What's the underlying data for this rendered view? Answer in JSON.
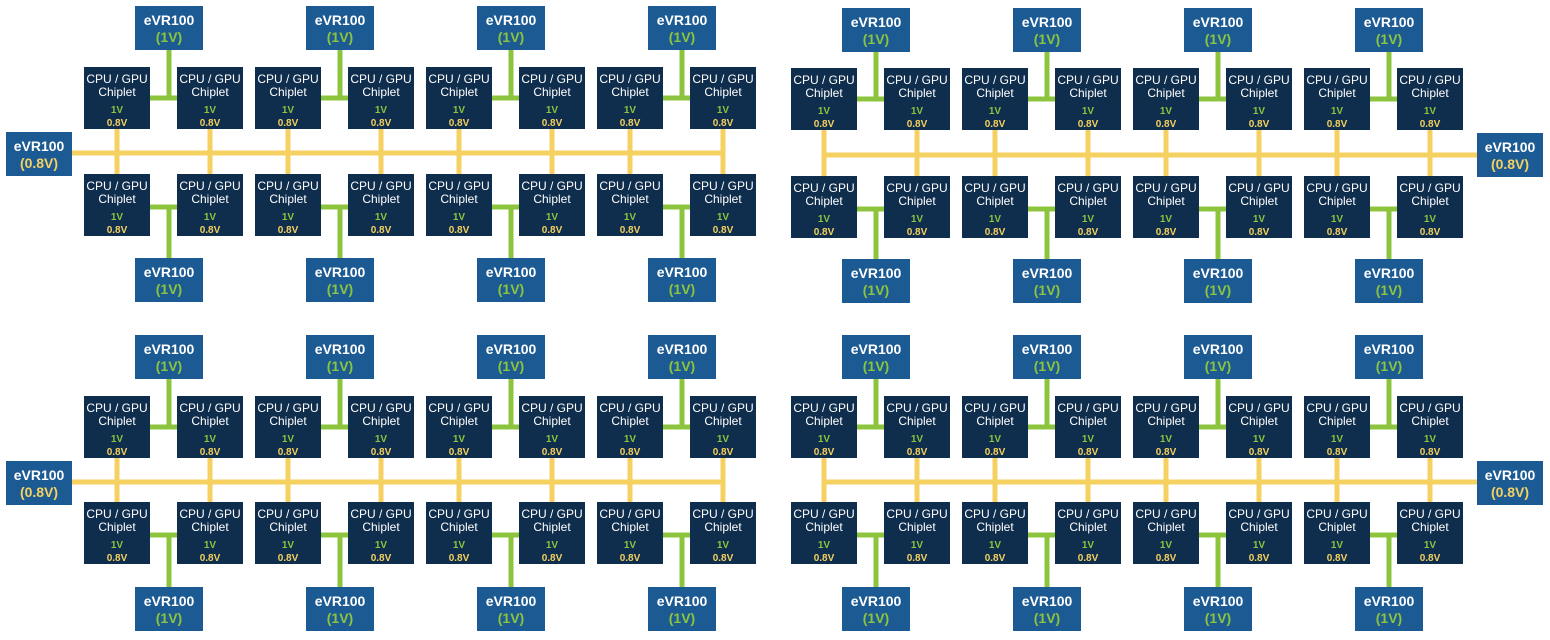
{
  "colors": {
    "background": "#ffffff",
    "vr_fill": "#1c5a94",
    "chiplet_fill": "#0f2d4c",
    "rail_1v": "#8cc43e",
    "rail_08v": "#f4d160",
    "text_white": "#ffffff",
    "text_1v": "#8cc43e",
    "text_08v": "#f4d160"
  },
  "chiplet": {
    "title_line1": "CPU / GPU",
    "title_line2": "Chiplet",
    "core_voltage": "1V",
    "io_voltage": "0.8V"
  },
  "core_regulator": {
    "name": "eVR100",
    "voltage": "(1V)"
  },
  "io_regulator": {
    "name": "eVR100",
    "voltage": "(0.8V)"
  },
  "quadrants": [
    {
      "id": "top-left",
      "io_regulator_side": "left",
      "chiplet_columns": 8,
      "chiplet_rows": 2,
      "core_regulators_per_row": 4
    },
    {
      "id": "top-right",
      "io_regulator_side": "right",
      "chiplet_columns": 8,
      "chiplet_rows": 2,
      "core_regulators_per_row": 4
    },
    {
      "id": "bottom-left",
      "io_regulator_side": "left",
      "chiplet_columns": 8,
      "chiplet_rows": 2,
      "core_regulators_per_row": 4
    },
    {
      "id": "bottom-right",
      "io_regulator_side": "right",
      "chiplet_columns": 8,
      "chiplet_rows": 2,
      "core_regulators_per_row": 4
    }
  ]
}
